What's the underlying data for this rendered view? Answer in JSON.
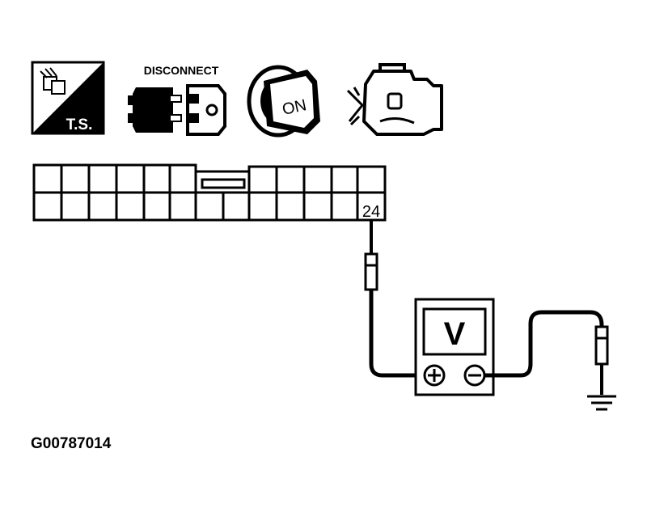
{
  "icons": {
    "ts_label": "T.S.",
    "disconnect_label": "DISCONNECT",
    "key_label": "ON"
  },
  "connector": {
    "pin_label": "24"
  },
  "meter": {
    "label": "V",
    "plus_symbol": "+",
    "minus_symbol": "−"
  },
  "figure_id": "G00787014"
}
